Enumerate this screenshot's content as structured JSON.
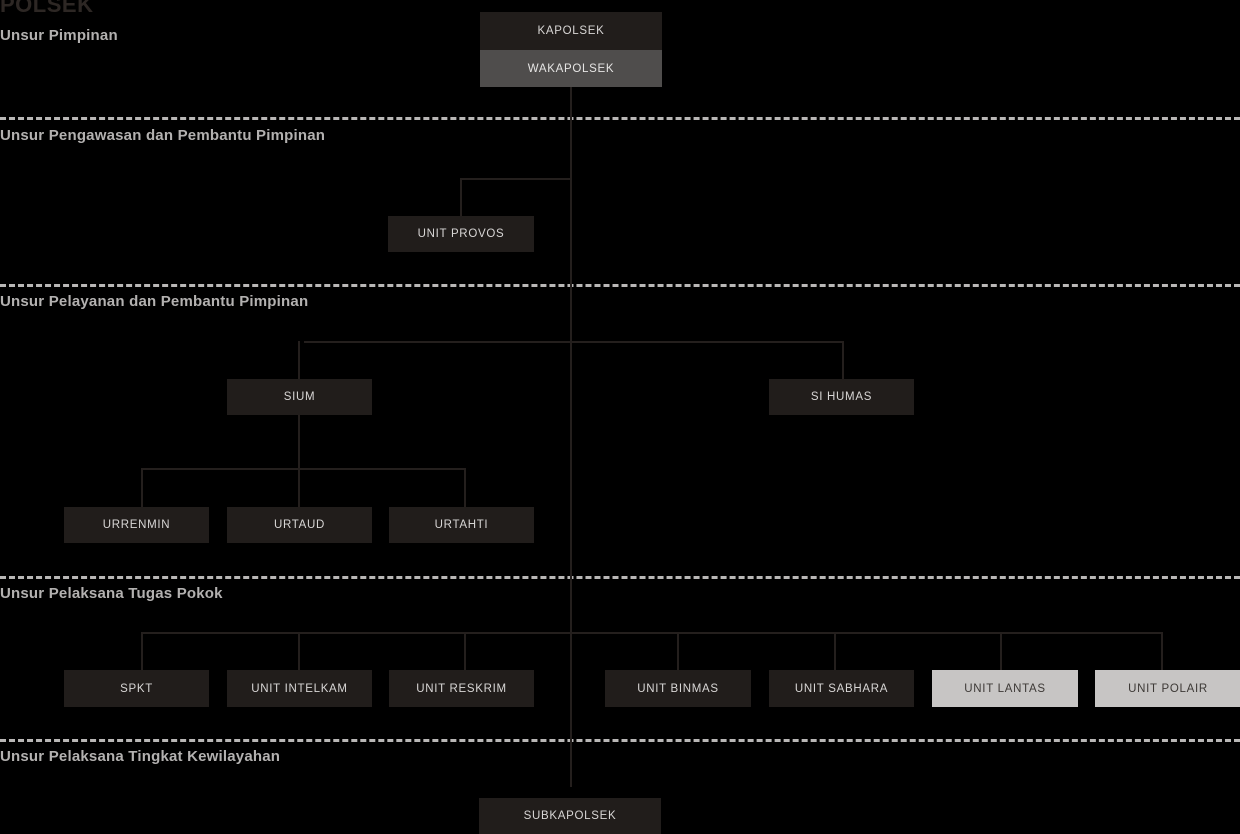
{
  "title": "POLSEK",
  "colors": {
    "background": "#000000",
    "node_dark": "#211d1b",
    "node_gray": "#4f4d4c",
    "node_light": "#c7c5c4",
    "line": "#241f1d",
    "divider": "#b9b7b6",
    "section_label": "#b3b1b0",
    "title": "#2d2724"
  },
  "sections": [
    {
      "label": "Unsur Pimpinan"
    },
    {
      "label": "Unsur Pengawasan dan Pembantu Pimpinan"
    },
    {
      "label": "Unsur Pelayanan dan Pembantu Pimpinan"
    },
    {
      "label": "Unsur Pelaksana Tugas Pokok"
    },
    {
      "label": "Unsur Pelaksana Tingkat Kewilayahan"
    }
  ],
  "nodes": {
    "kapolsek": "KAPOLSEK",
    "wakapolsek": "WAKAPOLSEK",
    "unit_provos": "UNIT PROVOS",
    "sium": "SIUM",
    "si_humas": "SI HUMAS",
    "urrenmin": "URRENMIN",
    "urtaud": "URTAUD",
    "urtahti": "URTAHTI",
    "spkt": "SPKT",
    "unit_intelkam": "UNIT INTELKAM",
    "unit_reskrim": "UNIT RESKRIM",
    "unit_binmas": "UNIT BINMAS",
    "unit_sabhara": "UNIT SABHARA",
    "unit_lantas": "UNIT LANTAS",
    "unit_polair": "UNIT POLAIR",
    "subkapolsek": "SUBKAPOLSEK"
  }
}
